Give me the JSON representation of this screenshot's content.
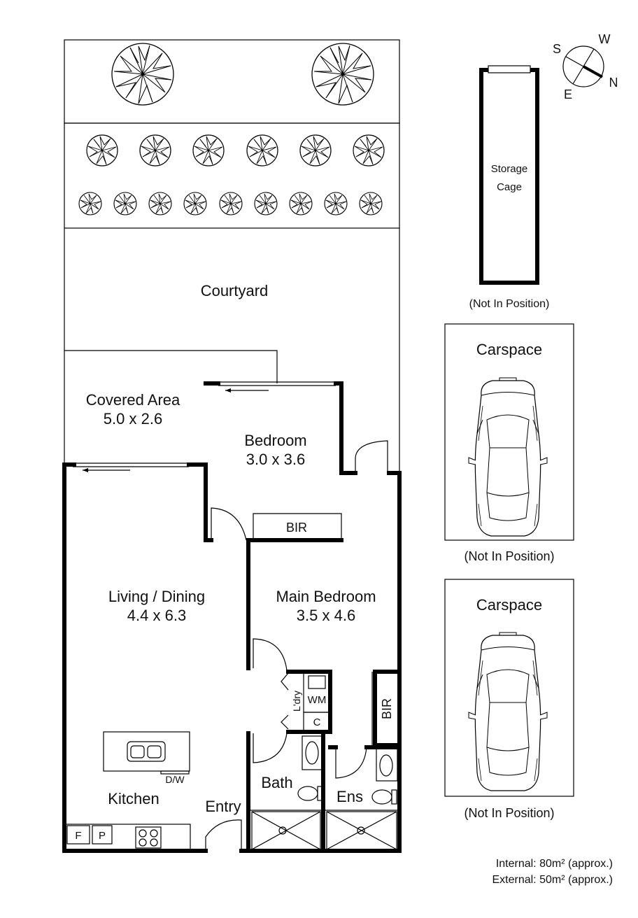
{
  "rooms": {
    "courtyard": {
      "name": "Courtyard"
    },
    "covered_area": {
      "name": "Covered Area",
      "dims": "5.0 x 2.6"
    },
    "bedroom": {
      "name": "Bedroom",
      "dims": "3.0 x 3.6"
    },
    "bedroom_bir": {
      "name": "BIR"
    },
    "living_dining": {
      "name": "Living / Dining",
      "dims": "4.4 x 6.3"
    },
    "main_bedroom": {
      "name": "Main Bedroom",
      "dims": "3.5 x 4.6"
    },
    "main_bir": {
      "name": "BIR"
    },
    "laundry": {
      "name": "L'dry"
    },
    "wm": {
      "name": "WM"
    },
    "cupboard": {
      "name": "C"
    },
    "bath": {
      "name": "Bath"
    },
    "ensuite": {
      "name": "Ens"
    },
    "kitchen": {
      "name": "Kitchen"
    },
    "dishwasher": {
      "name": "D/W"
    },
    "fridge": {
      "name": "F"
    },
    "pantry": {
      "name": "P"
    },
    "entry": {
      "name": "Entry"
    }
  },
  "storage": {
    "line1": "Storage",
    "line2": "Cage",
    "note": "(Not In Position)"
  },
  "carspaces": [
    {
      "label": "Carspace",
      "note": "(Not In Position)"
    },
    {
      "label": "Carspace",
      "note": "(Not In Position)"
    }
  ],
  "compass": {
    "s": "S",
    "w": "W",
    "e": "E",
    "n": "N"
  },
  "areas": {
    "internal": "Internal: 80m² (approx.)",
    "external": "External: 50m² (approx.)"
  }
}
